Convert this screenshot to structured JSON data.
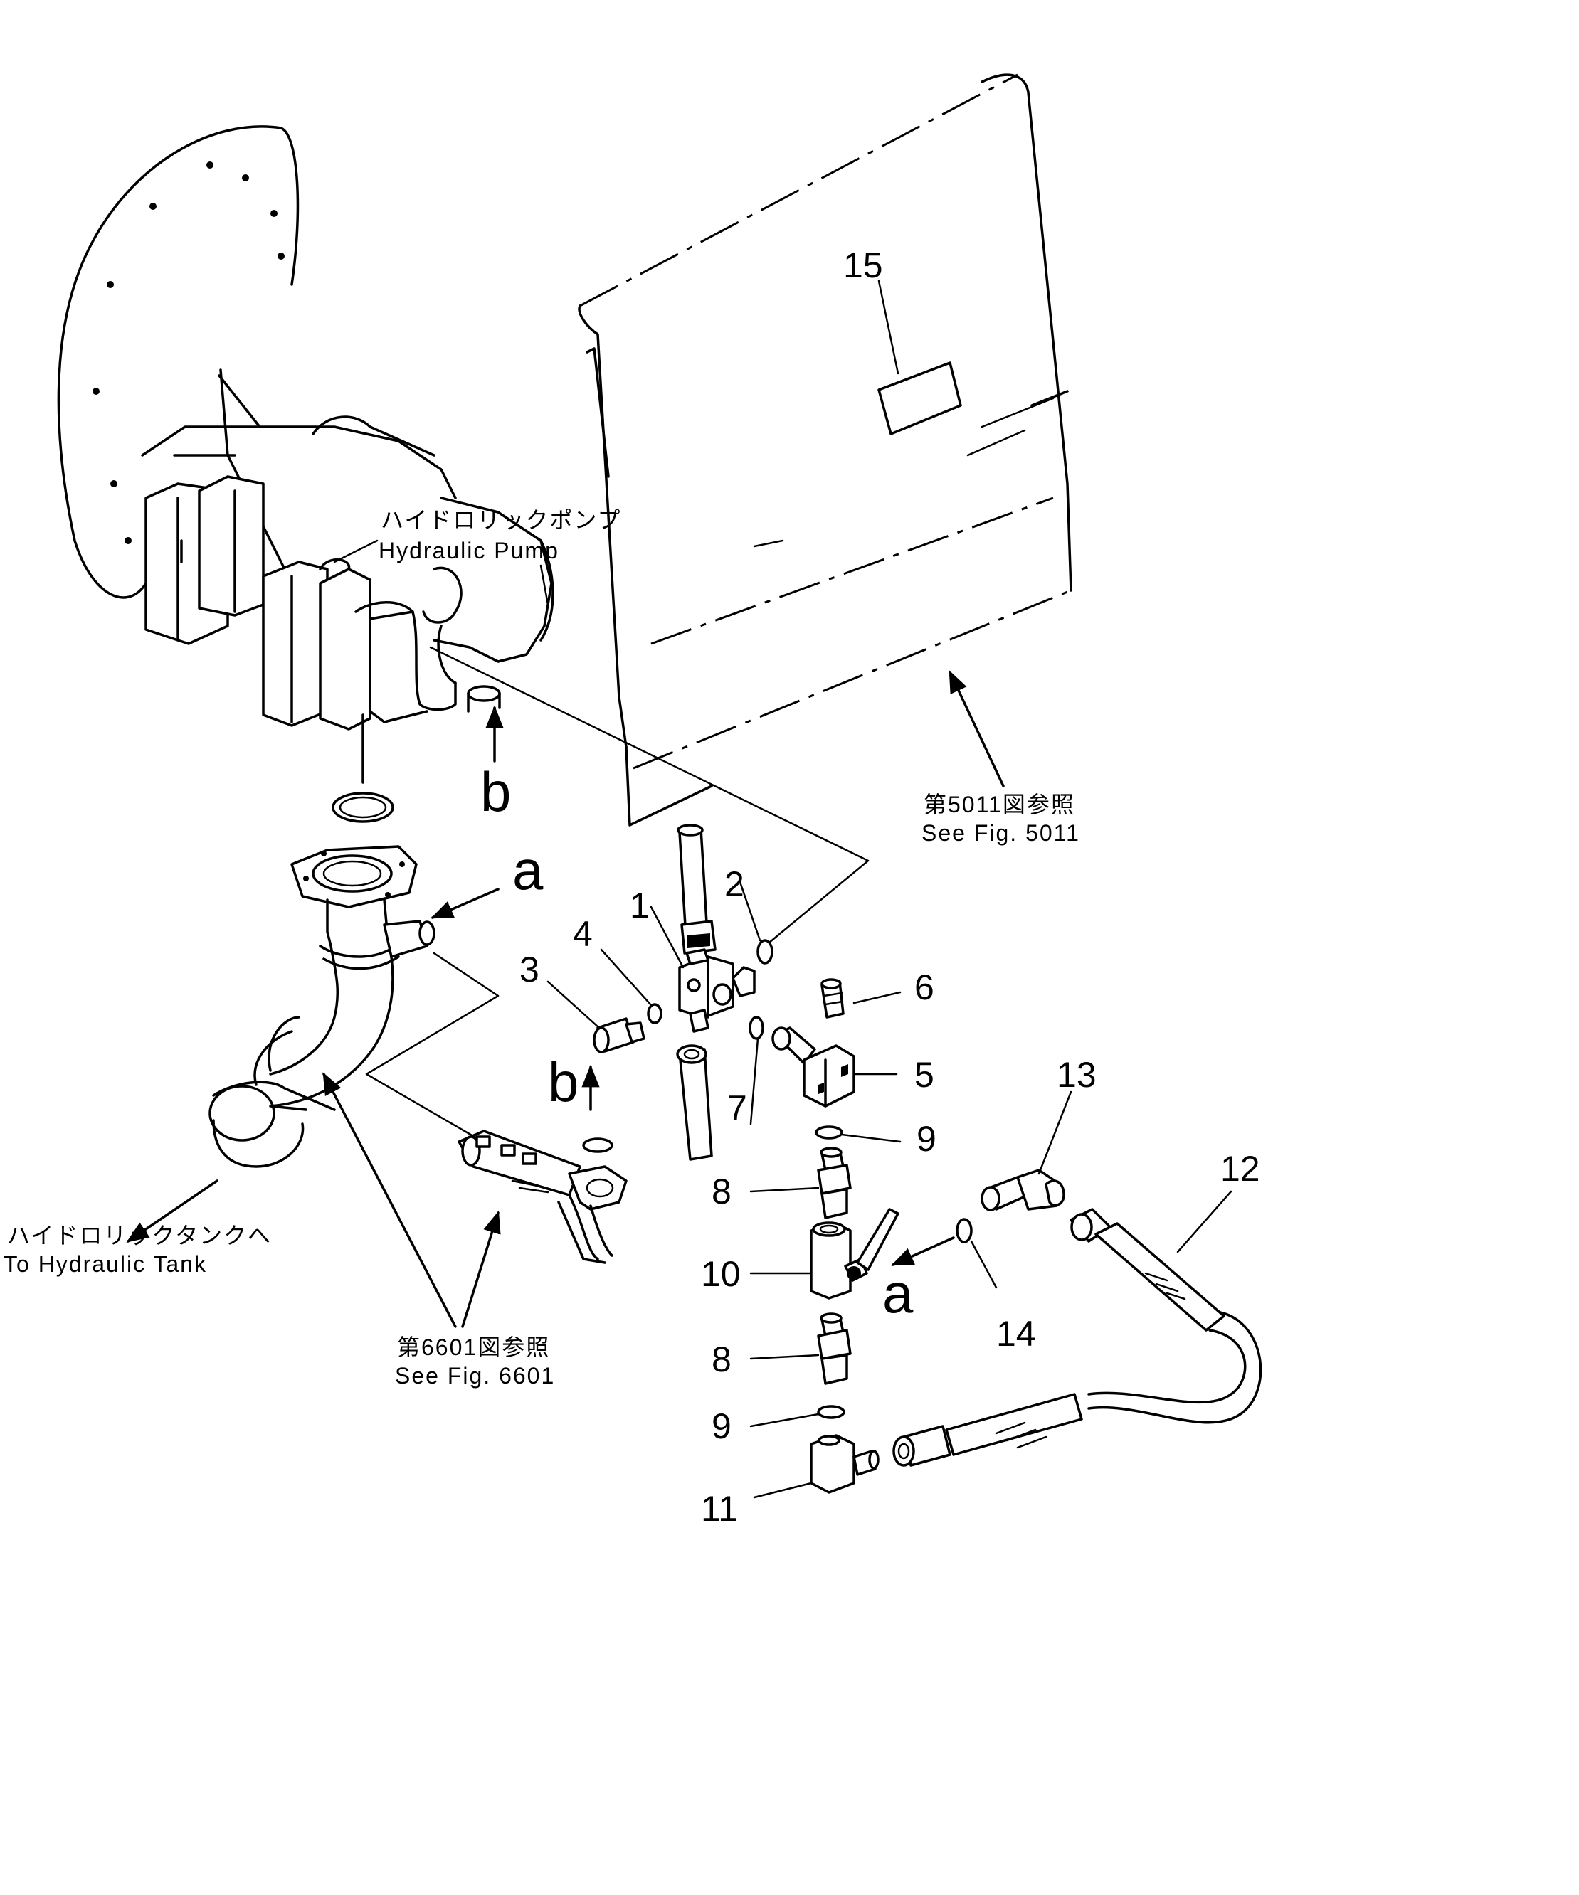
{
  "labels": {
    "hydraulic_pump_jp": "ハイドロリックポンプ",
    "hydraulic_pump_en": "Hydraulic  Pump",
    "hydraulic_tank_jp": "ハイドロリックタンクへ",
    "hydraulic_tank_en": "To  Hydraulic  Tank",
    "see_fig_5011_jp": "第5011図参照",
    "see_fig_5011_en": "See  Fig.  5011",
    "see_fig_6601_jp": "第6601図参照",
    "see_fig_6601_en": "See Fig. 6601"
  },
  "letters": {
    "a_top": "a",
    "a_bottom": "a",
    "b_top": "b",
    "b_bottom": "b"
  },
  "part_numbers": {
    "p1": "1",
    "p2": "2",
    "p3": "3",
    "p4": "4",
    "p5": "5",
    "p6": "6",
    "p7": "7",
    "p8_upper": "8",
    "p8_lower": "8",
    "p9_upper": "9",
    "p9_lower": "9",
    "p10": "10",
    "p11": "11",
    "p12": "12",
    "p13": "13",
    "p14": "14",
    "p15": "15"
  }
}
